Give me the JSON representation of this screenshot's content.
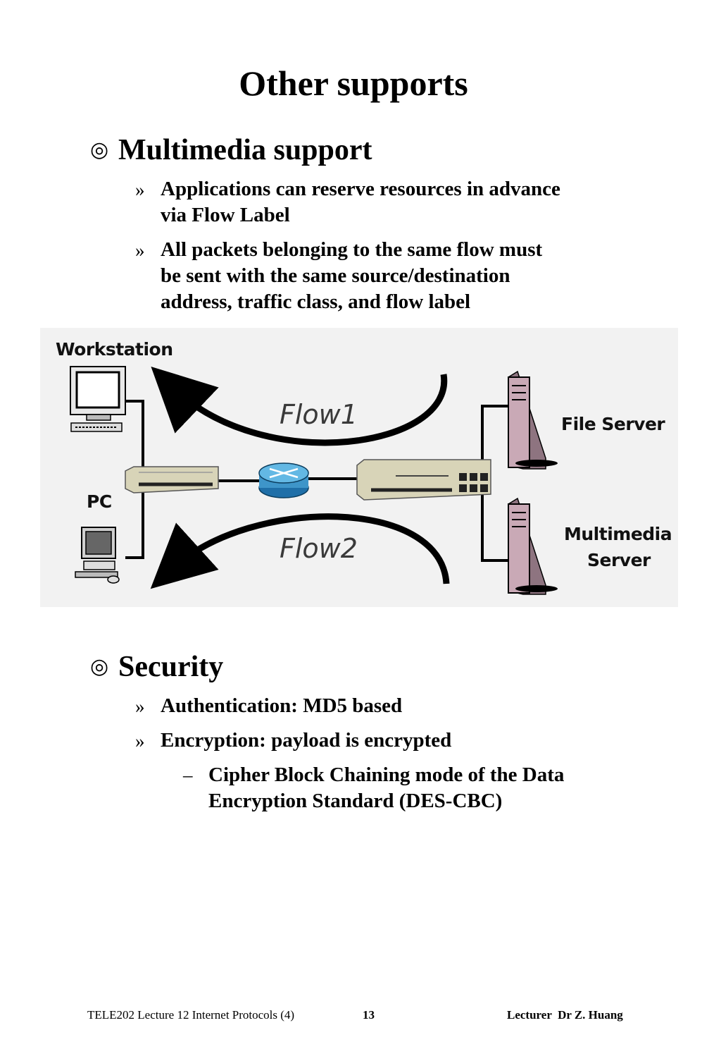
{
  "slide": {
    "title": "Other supports",
    "sections": [
      {
        "heading": "Multimedia support",
        "bullet_glyph": "◎",
        "items": [
          {
            "marker": "»",
            "lines": [
              "Applications can reserve resources in advance",
              "via Flow Label"
            ]
          },
          {
            "marker": "»",
            "lines": [
              "All packets belonging to the same flow must",
              "be sent with the same source/destination",
              "address, traffic class, and flow label"
            ]
          }
        ]
      },
      {
        "heading": "Security",
        "bullet_glyph": "◎",
        "items": [
          {
            "marker": "»",
            "lines": [
              "Authentication: MD5 based"
            ]
          },
          {
            "marker": "»",
            "lines": [
              "Encryption: payload is encrypted"
            ]
          }
        ],
        "subitems": [
          {
            "marker": "–",
            "lines": [
              "Cipher Block Chaining mode of the Data",
              "Encryption Standard (DES-CBC)"
            ]
          }
        ]
      }
    ]
  },
  "diagram": {
    "labels": {
      "workstation": "Workstation",
      "pc": "PC",
      "file_server": "File Server",
      "multimedia_server_line1": "Multimedia",
      "multimedia_server_line2": "Server",
      "flow1": "Flow1",
      "flow2": "Flow2"
    },
    "icons": [
      "workstation-icon",
      "pc-icon",
      "hub-icon",
      "router-icon",
      "switch-icon",
      "file-server-icon",
      "multimedia-server-icon"
    ],
    "colors": {
      "background": "#f2f2f2",
      "router": "#4aa6d6",
      "server": "#c9a9b6",
      "device": "#d8d4b8"
    }
  },
  "footer": {
    "course": "TELE202 Lecture 12 Internet Protocols (4)",
    "page": "13",
    "lecturer": "Lecturer  Dr Z. Huang"
  }
}
